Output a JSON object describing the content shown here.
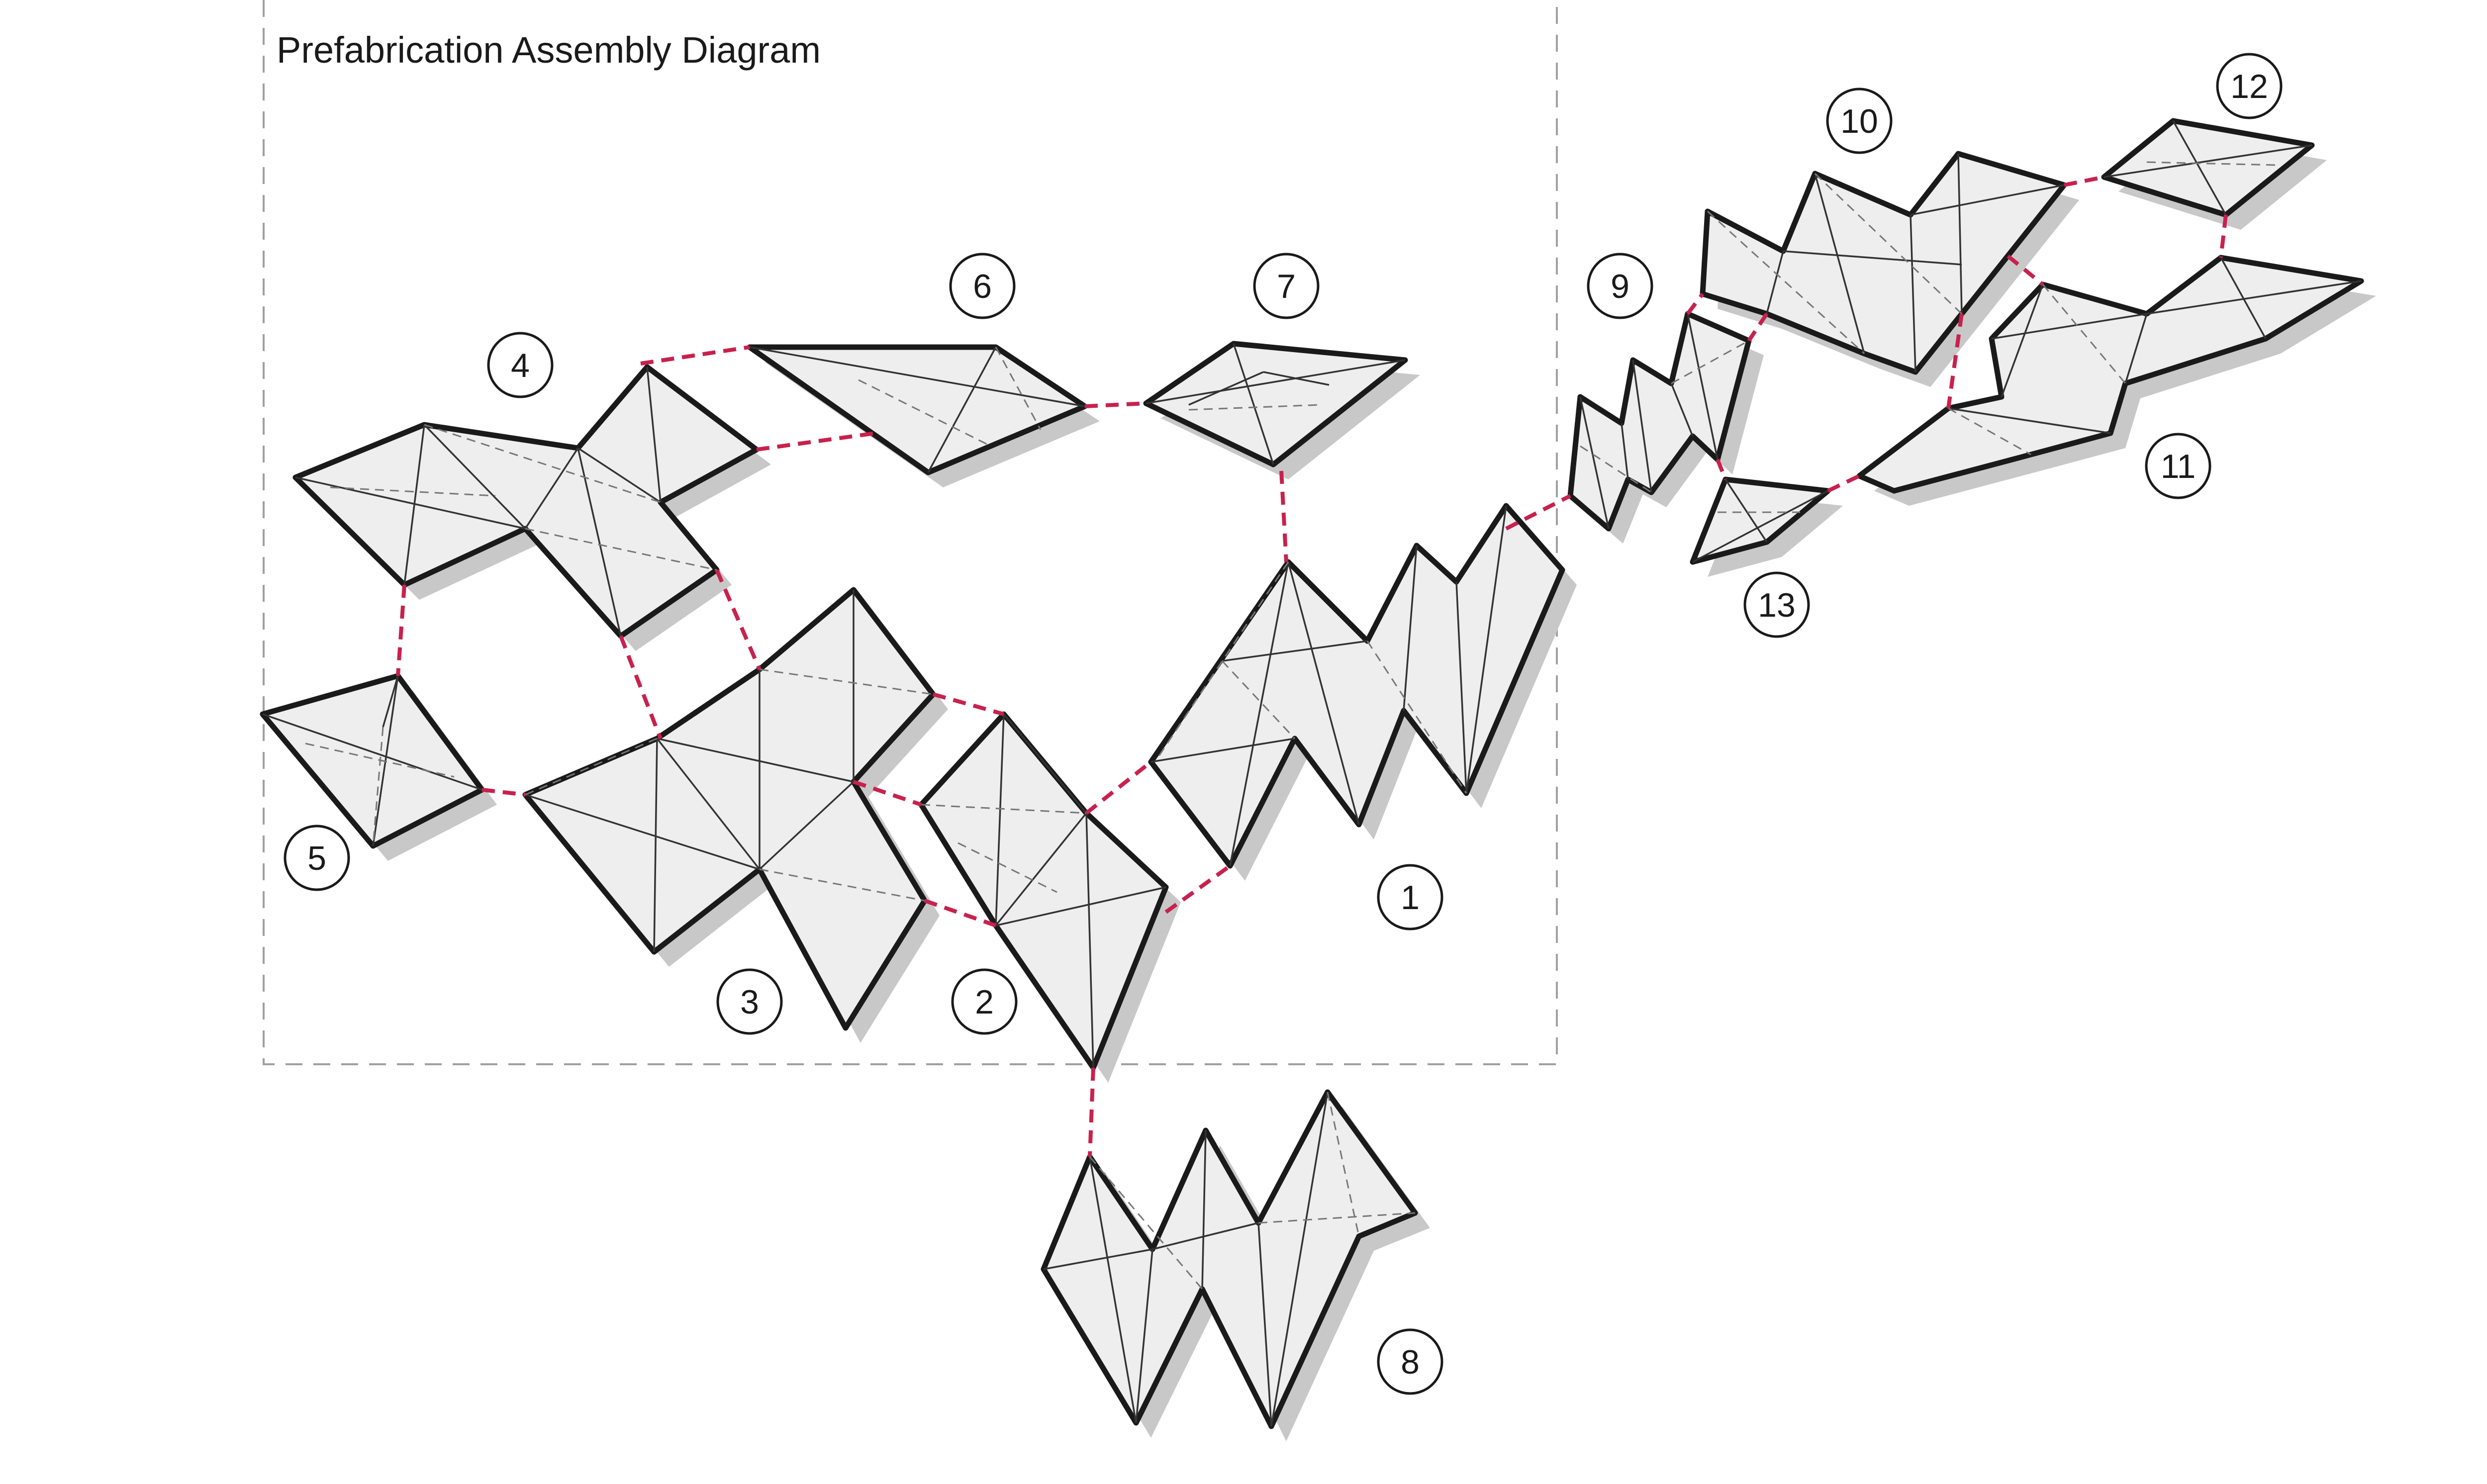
{
  "title": "Prefabrication Assembly Diagram",
  "colors": {
    "background": "#ffffff",
    "panel_fill": "#eeeeee",
    "shadow": "#c8c8c8",
    "outline": "#1a1a1a",
    "fold_line": "#333333",
    "hidden_line": "#777777",
    "connector": "#c8214d",
    "frame": "#a0a0a0"
  },
  "modules": [
    {
      "id": "1",
      "label": "1"
    },
    {
      "id": "2",
      "label": "2"
    },
    {
      "id": "3",
      "label": "3"
    },
    {
      "id": "4",
      "label": "4"
    },
    {
      "id": "5",
      "label": "5"
    },
    {
      "id": "6",
      "label": "6"
    },
    {
      "id": "7",
      "label": "7"
    },
    {
      "id": "8",
      "label": "8"
    },
    {
      "id": "9",
      "label": "9"
    },
    {
      "id": "10",
      "label": "10"
    },
    {
      "id": "11",
      "label": "11"
    },
    {
      "id": "12",
      "label": "12"
    },
    {
      "id": "13",
      "label": "13"
    }
  ]
}
